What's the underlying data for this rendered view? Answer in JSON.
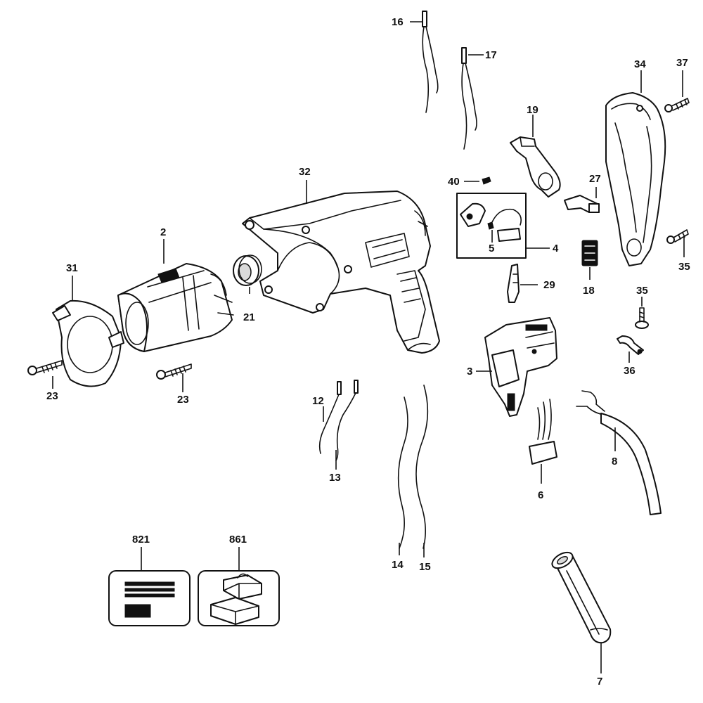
{
  "labels": {
    "p2": "2",
    "p3": "3",
    "p4": "4",
    "p5": "5",
    "p6": "6",
    "p7": "7",
    "p8": "8",
    "p12": "12",
    "p13": "13",
    "p14": "14",
    "p15": "15",
    "p16": "16",
    "p17": "17",
    "p18": "18",
    "p19": "19",
    "p21": "21",
    "p23a": "23",
    "p23b": "23",
    "p27": "27",
    "p29": "29",
    "p31": "31",
    "p32": "32",
    "p34": "34",
    "p35a": "35",
    "p35b": "35",
    "p36": "36",
    "p37": "37",
    "p40": "40",
    "p821": "821",
    "p861": "861"
  },
  "colors": {
    "line": "#111111",
    "background": "#ffffff",
    "shade": "#d9d9d9"
  }
}
